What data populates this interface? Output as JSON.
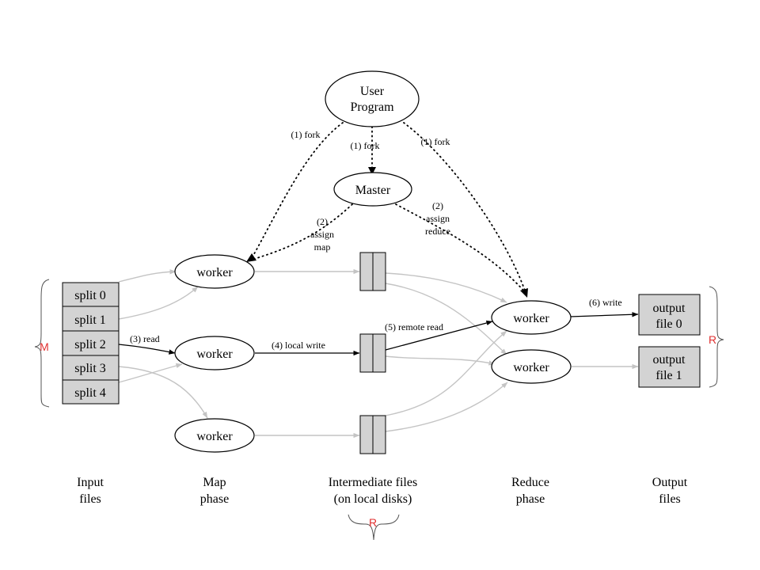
{
  "nodes": {
    "user_program": [
      "User",
      "Program"
    ],
    "master": "Master",
    "map_worker": "worker",
    "reduce_worker": "worker",
    "input_splits": [
      "split 0",
      "split 1",
      "split 2",
      "split 3",
      "split 4"
    ],
    "output_files": [
      [
        "output",
        "file 0"
      ],
      [
        "output",
        "file 1"
      ]
    ]
  },
  "edges": {
    "fork": "(1) fork",
    "assign_map": [
      "(2)",
      "assign",
      "map"
    ],
    "assign_reduce": [
      "(2)",
      "assign",
      "reduce"
    ],
    "read": "(3) read",
    "local_write": "(4) local write",
    "remote_read": "(5) remote read",
    "write": "(6) write"
  },
  "phases": {
    "input": [
      "Input",
      "files"
    ],
    "map": [
      "Map",
      "phase"
    ],
    "intermediate": [
      "Intermediate files",
      "(on local disks)"
    ],
    "reduce": [
      "Reduce",
      "phase"
    ],
    "output": [
      "Output",
      "files"
    ]
  },
  "annotations": {
    "m_brace": "M",
    "r_brace_output": "R",
    "r_brace_intermediate": "R",
    "color": "#e03030"
  }
}
